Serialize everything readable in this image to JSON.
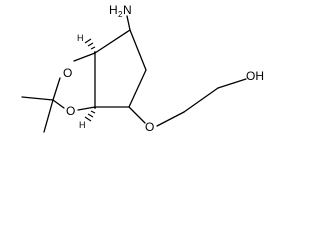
{
  "atoms": {
    "amine": {
      "symbol": "H",
      "sub": "2",
      "tail": "N"
    },
    "ring_oxygen_top": "O",
    "ring_oxygen_bottom": "O",
    "ether_oxygen": "O",
    "hydroxyl": "OH",
    "stereo_h_top": "H",
    "stereo_h_bottom": "H"
  },
  "colors": {
    "bond": "#000000",
    "background": "#ffffff"
  }
}
